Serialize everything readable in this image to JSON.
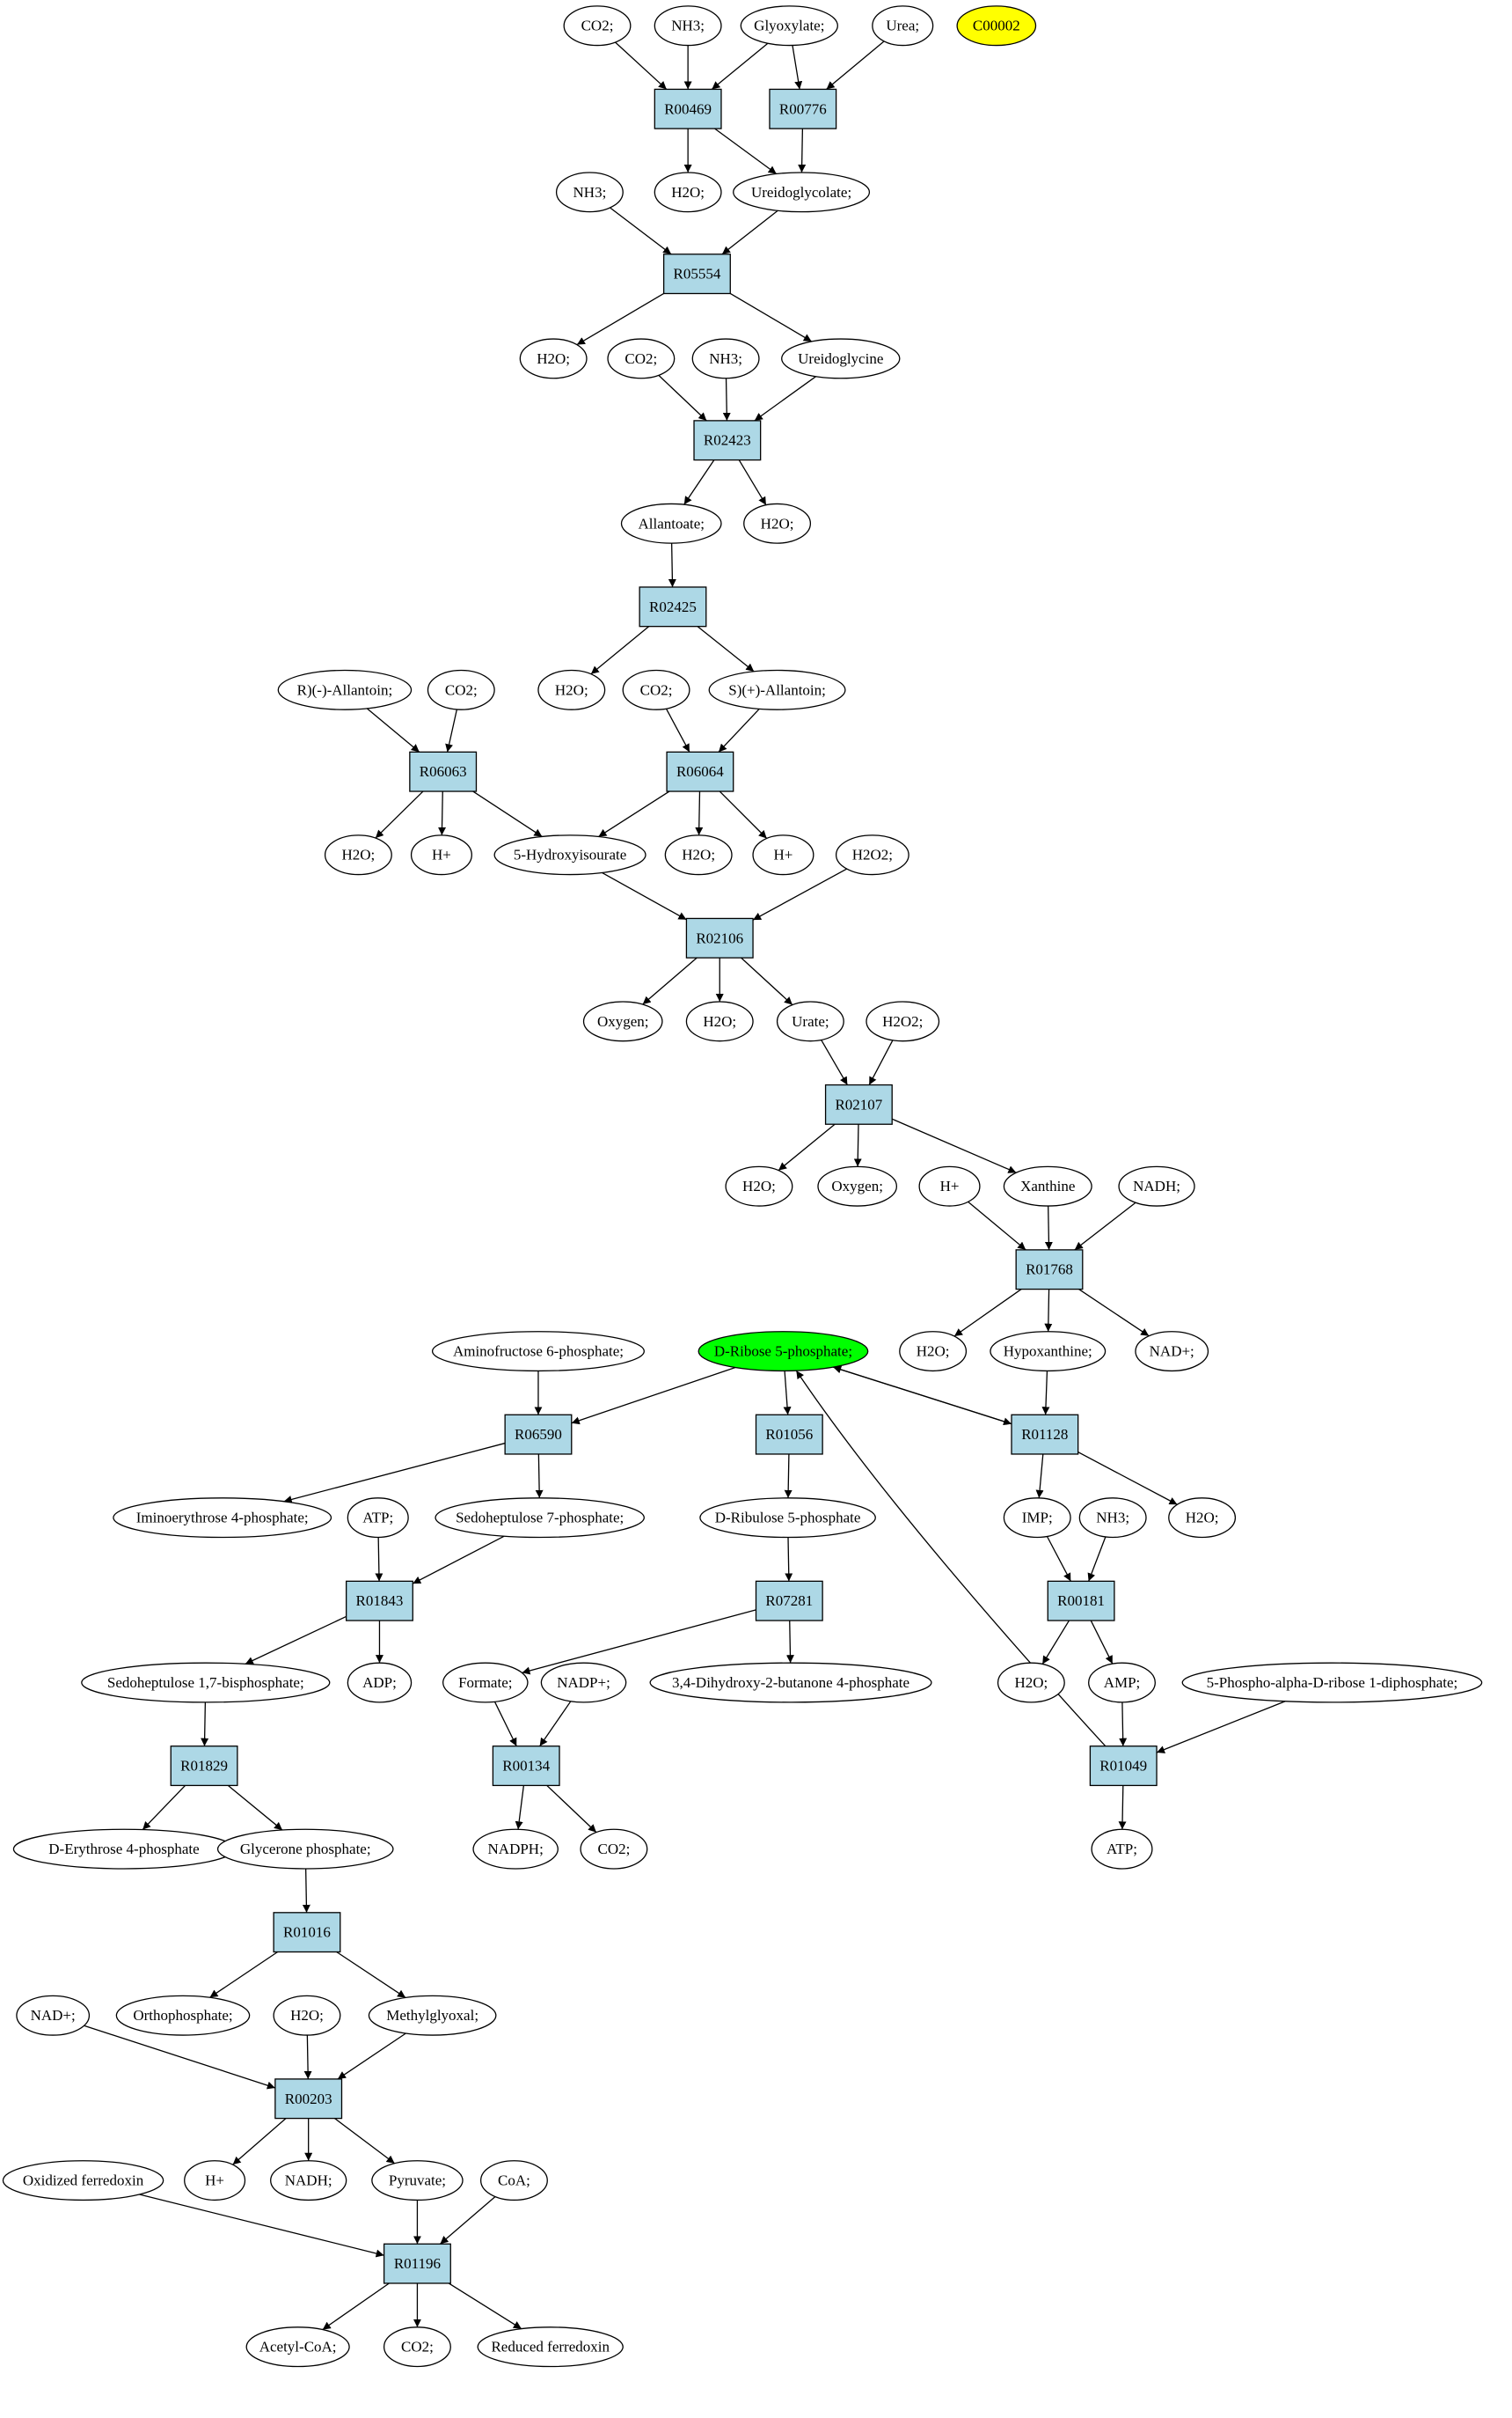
{
  "diagram": {
    "colors": {
      "reaction": "#add8e6",
      "compound": "#ffffff",
      "highlight_yellow": "#ffff00",
      "highlight_green": "#00ff00"
    },
    "nodes": [
      {
        "id": "co2_a",
        "label": "CO2;"
      },
      {
        "id": "nh3_a",
        "label": "NH3;"
      },
      {
        "id": "glyoxylate",
        "label": "Glyoxylate;"
      },
      {
        "id": "urea",
        "label": "Urea;"
      },
      {
        "id": "c00002",
        "label": "C00002",
        "highlight": "yellow"
      },
      {
        "id": "R00469",
        "label": "R00469",
        "kind": "reaction"
      },
      {
        "id": "R00776",
        "label": "R00776",
        "kind": "reaction"
      },
      {
        "id": "nh3_b",
        "label": "NH3;"
      },
      {
        "id": "h2o_a",
        "label": "H2O;"
      },
      {
        "id": "ureidoglycolate",
        "label": "Ureidoglycolate;"
      },
      {
        "id": "R05554",
        "label": "R05554",
        "kind": "reaction"
      },
      {
        "id": "h2o_b",
        "label": "H2O;"
      },
      {
        "id": "co2_b",
        "label": "CO2;"
      },
      {
        "id": "nh3_c",
        "label": "NH3;"
      },
      {
        "id": "ureidoglycine",
        "label": "Ureidoglycine"
      },
      {
        "id": "R02423",
        "label": "R02423",
        "kind": "reaction"
      },
      {
        "id": "allantoate",
        "label": "Allantoate;"
      },
      {
        "id": "h2o_c",
        "label": "H2O;"
      },
      {
        "id": "R02425",
        "label": "R02425",
        "kind": "reaction"
      },
      {
        "id": "r_allantoin",
        "label": "R)(-)-Allantoin;"
      },
      {
        "id": "co2_c",
        "label": "CO2;"
      },
      {
        "id": "h2o_d",
        "label": "H2O;"
      },
      {
        "id": "co2_d",
        "label": "CO2;"
      },
      {
        "id": "s_allantoin",
        "label": "S)(+)-Allantoin;"
      },
      {
        "id": "R06063",
        "label": "R06063",
        "kind": "reaction"
      },
      {
        "id": "R06064",
        "label": "R06064",
        "kind": "reaction"
      },
      {
        "id": "h2o_e",
        "label": "H2O;"
      },
      {
        "id": "hplus_a",
        "label": "H+"
      },
      {
        "id": "hydroxyisourate",
        "label": "5-Hydroxyisourate"
      },
      {
        "id": "h2o_f",
        "label": "H2O;"
      },
      {
        "id": "hplus_b",
        "label": "H+"
      },
      {
        "id": "h2o2_a",
        "label": "H2O2;"
      },
      {
        "id": "R02106",
        "label": "R02106",
        "kind": "reaction"
      },
      {
        "id": "oxygen_a",
        "label": "Oxygen;"
      },
      {
        "id": "h2o_g",
        "label": "H2O;"
      },
      {
        "id": "urate",
        "label": "Urate;"
      },
      {
        "id": "h2o2_b",
        "label": "H2O2;"
      },
      {
        "id": "R02107",
        "label": "R02107",
        "kind": "reaction"
      },
      {
        "id": "h2o_h",
        "label": "H2O;"
      },
      {
        "id": "oxygen_b",
        "label": "Oxygen;"
      },
      {
        "id": "hplus_c",
        "label": "H+"
      },
      {
        "id": "xanthine",
        "label": "Xanthine"
      },
      {
        "id": "nadh_a",
        "label": "NADH;"
      },
      {
        "id": "R01768",
        "label": "R01768",
        "kind": "reaction"
      },
      {
        "id": "h2o_i",
        "label": "H2O;"
      },
      {
        "id": "hypoxanthine",
        "label": "Hypoxanthine;"
      },
      {
        "id": "nadplus_a",
        "label": "NAD+;"
      },
      {
        "id": "aminofructose",
        "label": "Aminofructose 6-phosphate;"
      },
      {
        "id": "ribose5p",
        "label": "D-Ribose 5-phosphate;",
        "highlight": "green"
      },
      {
        "id": "R06590",
        "label": "R06590",
        "kind": "reaction"
      },
      {
        "id": "R01056",
        "label": "R01056",
        "kind": "reaction"
      },
      {
        "id": "R01128",
        "label": "R01128",
        "kind": "reaction"
      },
      {
        "id": "iminoerythrose",
        "label": "Iminoerythrose 4-phosphate;"
      },
      {
        "id": "atp_a",
        "label": "ATP;"
      },
      {
        "id": "sedoheptulose7p",
        "label": "Sedoheptulose 7-phosphate;"
      },
      {
        "id": "ribulose5p",
        "label": "D-Ribulose 5-phosphate"
      },
      {
        "id": "imp",
        "label": "IMP;"
      },
      {
        "id": "nh3_d",
        "label": "NH3;"
      },
      {
        "id": "h2o_j",
        "label": "H2O;"
      },
      {
        "id": "R01843",
        "label": "R01843",
        "kind": "reaction"
      },
      {
        "id": "R07281",
        "label": "R07281",
        "kind": "reaction"
      },
      {
        "id": "R00181",
        "label": "R00181",
        "kind": "reaction"
      },
      {
        "id": "sedoheptulose17bp",
        "label": "Sedoheptulose 1,7-bisphosphate;"
      },
      {
        "id": "adp",
        "label": "ADP;"
      },
      {
        "id": "formate",
        "label": "Formate;"
      },
      {
        "id": "nadpplus",
        "label": "NADP+;"
      },
      {
        "id": "dihydroxybutanone",
        "label": "3,4-Dihydroxy-2-butanone 4-phosphate"
      },
      {
        "id": "h2o_k",
        "label": "H2O;"
      },
      {
        "id": "amp",
        "label": "AMP;"
      },
      {
        "id": "prpp",
        "label": "5-Phospho-alpha-D-ribose 1-diphosphate;"
      },
      {
        "id": "R01829",
        "label": "R01829",
        "kind": "reaction"
      },
      {
        "id": "R00134",
        "label": "R00134",
        "kind": "reaction"
      },
      {
        "id": "R01049",
        "label": "R01049",
        "kind": "reaction"
      },
      {
        "id": "erythrose4p",
        "label": "D-Erythrose 4-phosphate"
      },
      {
        "id": "glyceronep",
        "label": "Glycerone phosphate;"
      },
      {
        "id": "nadph",
        "label": "NADPH;"
      },
      {
        "id": "co2_e",
        "label": "CO2;"
      },
      {
        "id": "atp_b",
        "label": "ATP;"
      },
      {
        "id": "R01016",
        "label": "R01016",
        "kind": "reaction"
      },
      {
        "id": "nadplus_b",
        "label": "NAD+;"
      },
      {
        "id": "orthophosphate",
        "label": "Orthophosphate;"
      },
      {
        "id": "h2o_l",
        "label": "H2O;"
      },
      {
        "id": "methylglyoxal",
        "label": "Methylglyoxal;"
      },
      {
        "id": "R00203",
        "label": "R00203",
        "kind": "reaction"
      },
      {
        "id": "oxferredoxin",
        "label": "Oxidized ferredoxin"
      },
      {
        "id": "hplus_d",
        "label": "H+"
      },
      {
        "id": "nadh_b",
        "label": "NADH;"
      },
      {
        "id": "pyruvate",
        "label": "Pyruvate;"
      },
      {
        "id": "coa",
        "label": "CoA;"
      },
      {
        "id": "R01196",
        "label": "R01196",
        "kind": "reaction"
      },
      {
        "id": "acetylcoa",
        "label": "Acetyl-CoA;"
      },
      {
        "id": "co2_f",
        "label": "CO2;"
      },
      {
        "id": "redferredoxin",
        "label": "Reduced ferredoxin"
      }
    ],
    "edges": [
      [
        "co2_a",
        "R00469"
      ],
      [
        "nh3_a",
        "R00469"
      ],
      [
        "glyoxylate",
        "R00469"
      ],
      [
        "glyoxylate",
        "R00776"
      ],
      [
        "urea",
        "R00776"
      ],
      [
        "R00469",
        "h2o_a"
      ],
      [
        "R00469",
        "ureidoglycolate"
      ],
      [
        "R00776",
        "ureidoglycolate"
      ],
      [
        "nh3_b",
        "R05554"
      ],
      [
        "ureidoglycolate",
        "R05554"
      ],
      [
        "R05554",
        "h2o_b"
      ],
      [
        "R05554",
        "ureidoglycine"
      ],
      [
        "co2_b",
        "R02423"
      ],
      [
        "nh3_c",
        "R02423"
      ],
      [
        "ureidoglycine",
        "R02423"
      ],
      [
        "R02423",
        "allantoate"
      ],
      [
        "R02423",
        "h2o_c"
      ],
      [
        "allantoate",
        "R02425"
      ],
      [
        "R02425",
        "h2o_d"
      ],
      [
        "R02425",
        "s_allantoin"
      ],
      [
        "r_allantoin",
        "R06063"
      ],
      [
        "co2_c",
        "R06063"
      ],
      [
        "co2_d",
        "R06064"
      ],
      [
        "s_allantoin",
        "R06064"
      ],
      [
        "R06063",
        "h2o_e"
      ],
      [
        "R06063",
        "hplus_a"
      ],
      [
        "R06063",
        "hydroxyisourate"
      ],
      [
        "R06064",
        "hydroxyisourate"
      ],
      [
        "R06064",
        "h2o_f"
      ],
      [
        "R06064",
        "hplus_b"
      ],
      [
        "hydroxyisourate",
        "R02106"
      ],
      [
        "h2o2_a",
        "R02106"
      ],
      [
        "R02106",
        "oxygen_a"
      ],
      [
        "R02106",
        "h2o_g"
      ],
      [
        "R02106",
        "urate"
      ],
      [
        "urate",
        "R02107"
      ],
      [
        "h2o2_b",
        "R02107"
      ],
      [
        "R02107",
        "h2o_h"
      ],
      [
        "R02107",
        "oxygen_b"
      ],
      [
        "R02107",
        "xanthine"
      ],
      [
        "hplus_c",
        "R01768"
      ],
      [
        "xanthine",
        "R01768"
      ],
      [
        "nadh_a",
        "R01768"
      ],
      [
        "R01768",
        "h2o_i"
      ],
      [
        "R01768",
        "hypoxanthine"
      ],
      [
        "R01768",
        "nadplus_a"
      ],
      [
        "aminofructose",
        "R06590"
      ],
      [
        "ribose5p",
        "R06590"
      ],
      [
        "ribose5p",
        "R01056"
      ],
      [
        "hypoxanthine",
        "R01128"
      ],
      [
        "ribose5p",
        "R01128"
      ],
      [
        "R01128",
        "ribose5p"
      ],
      [
        "R06590",
        "iminoerythrose"
      ],
      [
        "R06590",
        "sedoheptulose7p"
      ],
      [
        "R01056",
        "ribulose5p"
      ],
      [
        "R01128",
        "imp"
      ],
      [
        "R01128",
        "h2o_j"
      ],
      [
        "atp_a",
        "R01843"
      ],
      [
        "sedoheptulose7p",
        "R01843"
      ],
      [
        "ribulose5p",
        "R07281"
      ],
      [
        "imp",
        "R00181"
      ],
      [
        "nh3_d",
        "R00181"
      ],
      [
        "R01843",
        "sedoheptulose17bp"
      ],
      [
        "R01843",
        "adp"
      ],
      [
        "R07281",
        "formate"
      ],
      [
        "R07281",
        "dihydroxybutanone"
      ],
      [
        "R00181",
        "h2o_k"
      ],
      [
        "R00181",
        "amp"
      ],
      [
        "sedoheptulose17bp",
        "R01829"
      ],
      [
        "formate",
        "R00134"
      ],
      [
        "nadpplus",
        "R00134"
      ],
      [
        "amp",
        "R01049"
      ],
      [
        "prpp",
        "R01049"
      ],
      [
        "R01049",
        "ribose5p"
      ],
      [
        "R01049",
        "atp_b"
      ],
      [
        "R01829",
        "erythrose4p"
      ],
      [
        "R01829",
        "glyceronep"
      ],
      [
        "R00134",
        "nadph"
      ],
      [
        "R00134",
        "co2_e"
      ],
      [
        "glyceronep",
        "R01016"
      ],
      [
        "R01016",
        "orthophosphate"
      ],
      [
        "R01016",
        "methylglyoxal"
      ],
      [
        "nadplus_b",
        "R00203"
      ],
      [
        "h2o_l",
        "R00203"
      ],
      [
        "methylglyoxal",
        "R00203"
      ],
      [
        "R00203",
        "hplus_d"
      ],
      [
        "R00203",
        "nadh_b"
      ],
      [
        "R00203",
        "pyruvate"
      ],
      [
        "oxferredoxin",
        "R01196"
      ],
      [
        "pyruvate",
        "R01196"
      ],
      [
        "coa",
        "R01196"
      ],
      [
        "R01196",
        "acetylcoa"
      ],
      [
        "R01196",
        "co2_f"
      ],
      [
        "R01196",
        "redferredoxin"
      ]
    ]
  }
}
